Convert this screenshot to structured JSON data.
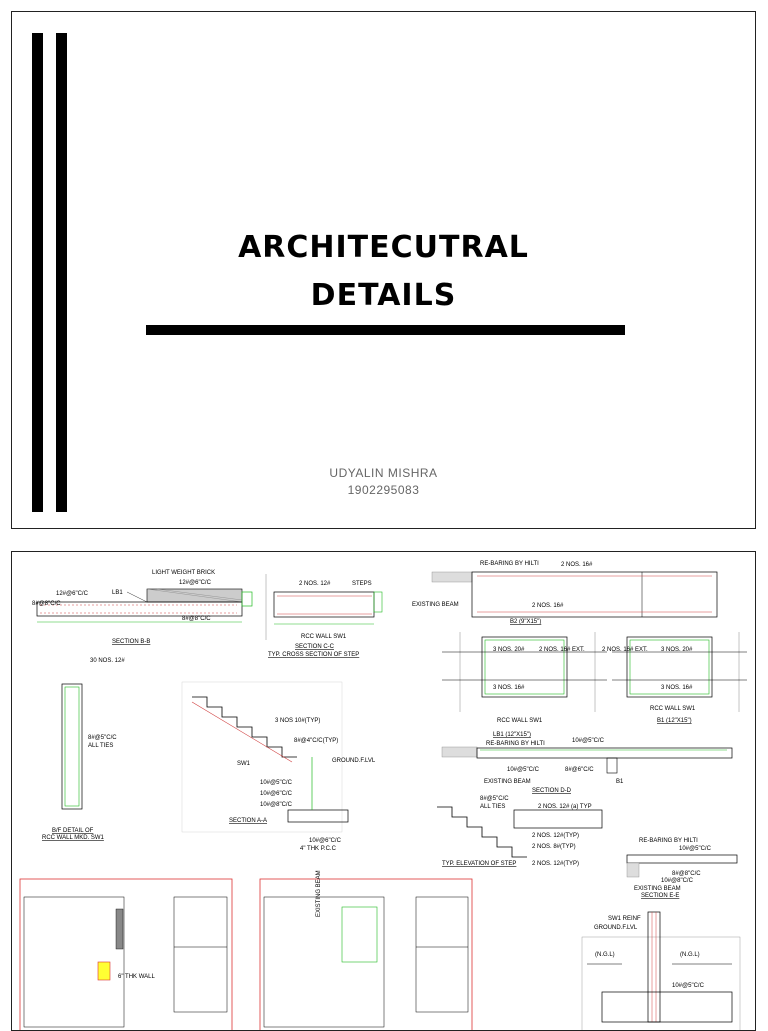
{
  "cover": {
    "title_line1": "ARCHITECUTRAL",
    "title_line2": "DETAILS",
    "author": "UDYALIN MISHRA",
    "id": "1902295083"
  },
  "sheet": {
    "labels": {
      "light_weight_brick": "LIGHT WEIGHT BRICK",
      "lb1": "LB1",
      "bar_12_6": "12#@6\"C/C",
      "bar_8_8": "8#@8\"C/C",
      "bar_8_8b": "8#@8\"C/C",
      "section_bb": "SECTION B-B",
      "two_nos_12": "2 NOS. 12#",
      "steps": "STEPS",
      "rcc_wall_sw1": "RCC WALL SW1",
      "section_cc": "SECTION C-C",
      "typ_cross": "TYP. CROSS SECTION OF STEP",
      "rebaring_hilti": "RE-BARING BY HILTI",
      "two_nos_16": "2 NOS. 16#",
      "existing_beam": "EXISTING BEAM",
      "two_nos_16b": "2 NOS. 16#",
      "b2": "B2 (9\"X15\")",
      "three_nos_20": "3 NOS. 20#",
      "two_nos_16_ext": "2 NOS. 16# EXT.",
      "three_nos_16": "3 NOS. 16#",
      "rcc_wall_sw1b": "RCC WALL SW1",
      "lb1_size": "LB1 (12\"X15\")",
      "two_nos_16_ext_b": "2 NOS. 16# EXT.",
      "three_nos_20b": "3 NOS. 20#",
      "three_nos_16b": "3 NOS. 16#",
      "rcc_wall_sw1c": "RCC WALL SW1",
      "b1_size": "B1 (12\"X15\")",
      "thirty_nos_12": "30 NOS. 12#",
      "bar_8_5": "8#@5\"C/C",
      "all_ties": "ALL TIES",
      "bf_detail": "B/F DETAIL OF",
      "rcc_wall_mkd": "RCC WALL MKD. SW1",
      "three_nos_10_typ": "3 NOS 10#(TYP)",
      "bar_8_4_typ": "8#@4\"C/C(TYP)",
      "ground_lvl": "GROUND.F.LVL",
      "sw1": "SW1",
      "bar_10_5": "10#@5\"C/C",
      "bar_10_6": "10#@6\"C/C",
      "bar_10_8": "10#@8\"C/C",
      "section_aa": "SECTION A-A",
      "bar_10_6b": "10#@6\"C/C",
      "pcc": "4\" THK P.C.C",
      "rebaring_hilti_b": "RE-BARING BY HILTI",
      "bar_10_5b": "10#@5\"C/C",
      "bar_10_5c": "10#@5\"C/C",
      "bar_8_6": "8#@6\"C/C",
      "existing_beam_b": "EXISTING BEAM",
      "b1": "B1",
      "section_dd": "SECTION D-D",
      "bar_8_5b": "8#@5\"C/C",
      "all_ties_b": "ALL TIES",
      "two_nos_12_typ": "2 NOS. 12# (a) TYP",
      "two_nos_12_typ_b": "2 NOS. 12#(TYP)",
      "two_nos_8_typ": "2 NOS. 8#(TYP)",
      "two_nos_12_typ_c": "2 NOS. 12#(TYP)",
      "typ_elev": "TYP. ELEVATION OF STEP",
      "rebaring_hilti_c": "RE-BARING BY HILTI",
      "bar_10_5d": "10#@5\"C/C",
      "bar_8_8c": "8#@8\"C/C",
      "bar_10_8b": "10#@8\"C/C",
      "existing_beam_c": "EXISTING BEAM",
      "section_ee": "SECTION E-E",
      "sw1_reinf": "SW1 REINF",
      "ground_lvl_b": "GROUND.F.LVL",
      "ngl_left": "(N.G.L)",
      "ngl_right": "(N.G.L)",
      "bar_10_5e": "10#@5\"C/C",
      "thk_wall": "6\" THK WALL",
      "existing_beam_d": "EXISTING BEAM"
    }
  },
  "colors": {
    "green": "#22bb22",
    "red": "#dd3333",
    "rebar": "#d04040"
  }
}
